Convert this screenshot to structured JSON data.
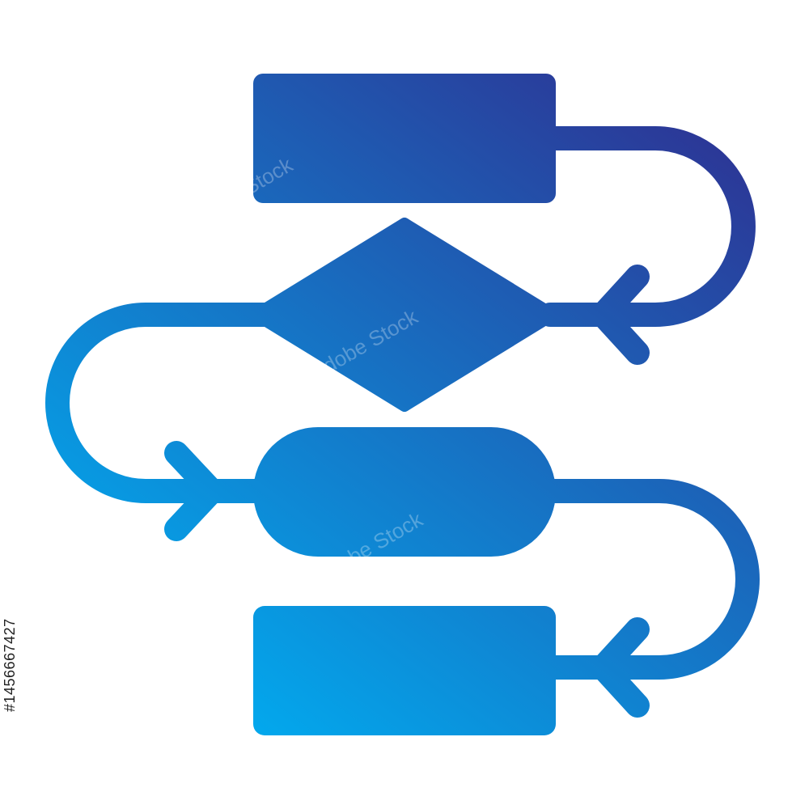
{
  "icon": {
    "subject": "flowchart-icon",
    "colors": {
      "gradient_start": "#03A7EC",
      "gradient_end": "#2E3192",
      "background": "#FFFFFF"
    },
    "shapes": [
      {
        "name": "process-box-top",
        "kind": "rectangle"
      },
      {
        "name": "decision-diamond",
        "kind": "diamond"
      },
      {
        "name": "terminal-pill",
        "kind": "rounded-pill"
      },
      {
        "name": "process-box-bottom",
        "kind": "rectangle"
      }
    ],
    "connectors": [
      {
        "name": "connector-top-to-diamond",
        "arrow": "arrow-left-icon"
      },
      {
        "name": "connector-diamond-to-pill",
        "arrow": "arrow-right-icon"
      },
      {
        "name": "connector-pill-to-bottom",
        "arrow": "arrow-left-icon"
      }
    ]
  },
  "watermark": {
    "text": "Adobe Stock"
  },
  "side_id": "#1456667427"
}
